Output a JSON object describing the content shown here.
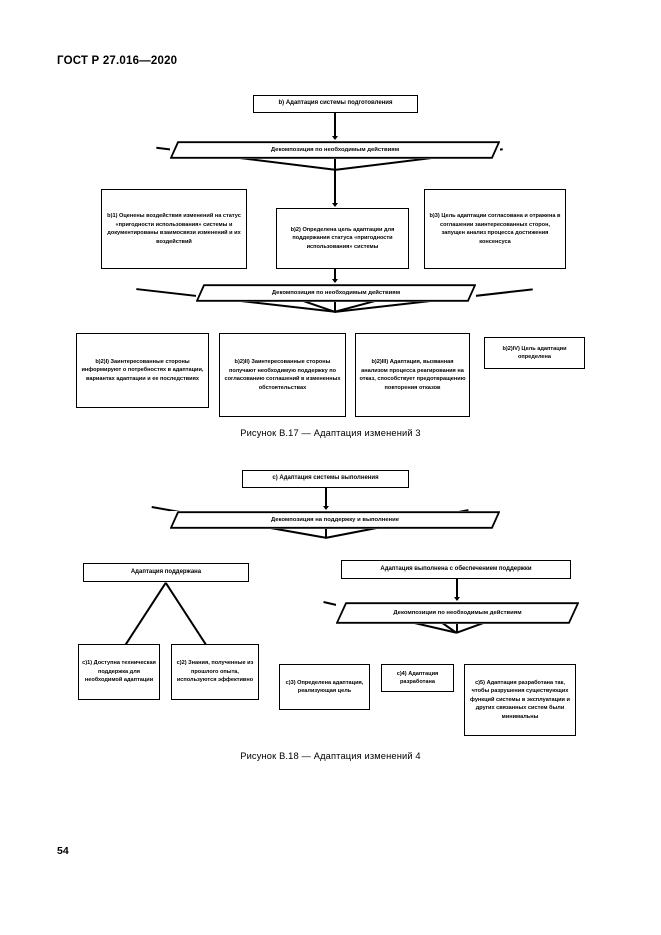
{
  "document": {
    "standard_code": "ГОСТ Р 27.016—2020",
    "page_number": "54"
  },
  "figure_b17": {
    "caption": "Рисунок В.17 — Адаптация изменений 3",
    "root": "b) Адаптация системы подготовления",
    "decomposition_1": "Декомпозиция по необходимым действиям",
    "level1": [
      "b)1) Оценены воздействия изменений на статус «пригодности использования» системы и документированы взаимосвязи изменений и их воздействий",
      "b)2) Определена цель адаптации для поддержания статуса «пригодности использования» системы",
      "b)3) Цель адаптации согласована и отражена в соглашении заинтересованных сторон, запущен анализ процесса достижения консенсуса"
    ],
    "decomposition_2": "Декомпозиция по необходимым действиям",
    "level2": [
      "b)2)I) Заинтересованные стороны информируют о потребностях в адаптации, вариантах адаптации и ее последствиях",
      "b)2)II) Заинтересованные стороны получают необходимую поддержку по согласованию соглашений в измененных обстоятельствах",
      "b)2)III) Адаптация, вызванная анализом процесса реагирования на отказ, способствует предотвращению повторения отказов",
      "b)2)IV) Цель адаптации определена"
    ]
  },
  "figure_b18": {
    "caption": "Рисунок В.18 — Адаптация изменений 4",
    "root": "c) Адаптация системы выполнения",
    "decomposition_1": "Декомпозиция на поддержку и выполнение",
    "branch_left": "Адаптация поддержана",
    "branch_right": "Адаптация выполнена с обеспечением поддержки",
    "decomposition_2": "Декомпозиция по необходимым действиям",
    "left_children": [
      "c)1) Доступна техническая поддержка для необходимой адаптации",
      "c)2) Знания, полученные из прошлого опыта, используются эффективно"
    ],
    "right_children": [
      "c)3) Определена адаптация, реализующая цель",
      "c)4) Адаптация разработана",
      "c)5) Адаптация разработана так, чтобы разрушения существующих функций системы в эксплуатации и других связанных систем были минимальны"
    ]
  }
}
